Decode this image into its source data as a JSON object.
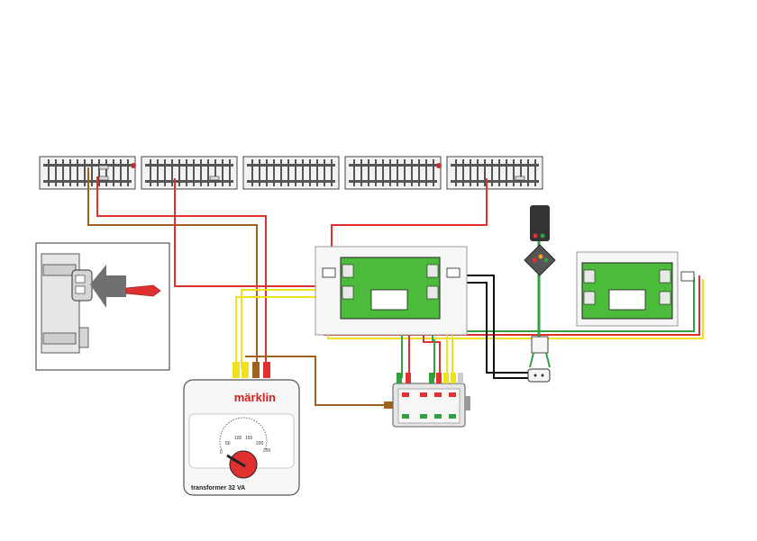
{
  "transformer": {
    "brand": "märklin",
    "label": "transformer 32 VA",
    "dial_ticks": [
      "0",
      "50",
      "100",
      "150",
      "200",
      "250"
    ]
  },
  "colors": {
    "wire_red": "#e03030",
    "wire_brown": "#a0601e",
    "wire_yellow": "#f0e020",
    "wire_green": "#30a040",
    "wire_black": "#111111",
    "module_green": "#4cba3a",
    "brand_red": "#d62020"
  },
  "components": [
    "track-section",
    "track-contact-detail",
    "transformer",
    "distribution-strip",
    "control-module",
    "light-signal",
    "signal-connector"
  ]
}
